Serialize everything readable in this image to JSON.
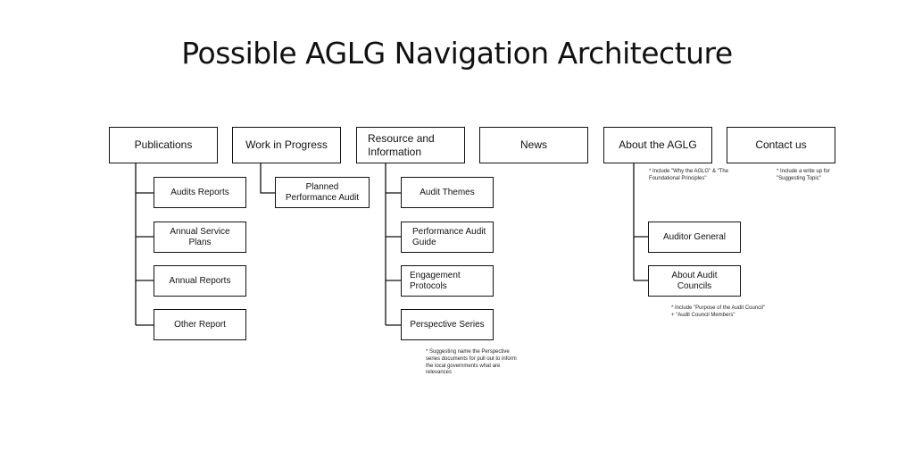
{
  "title": "Possible AGLG Navigation Architecture",
  "columns": [
    {
      "label": "Publications",
      "children": [
        "Audits Reports",
        "Annual Service Plans",
        "Annual Reports",
        "Other Report"
      ]
    },
    {
      "label": "Work in Progress",
      "children": [
        "Planned Performance Audit"
      ]
    },
    {
      "label": "Resource and Information",
      "children": [
        "Audit Themes",
        "Performance Audit Guide",
        "Engagement Protocols",
        "Perspective Series"
      ],
      "note": "* Suggesting name the Perspective series documents for pull out to inform the local governments what are relevances"
    },
    {
      "label": "News"
    },
    {
      "label": "About the AGLG",
      "note": "* Include \"Why the AGLG\" & \"The Foundational Principles\"",
      "children": [
        "Auditor General",
        "About Audit Councils"
      ],
      "children_note": "* Include \"Purpose of the Audit Council\" + \"Audit Council Members\""
    },
    {
      "label": "Contact us",
      "note": "* Include a write up for \"Suggesting Topic\""
    }
  ]
}
